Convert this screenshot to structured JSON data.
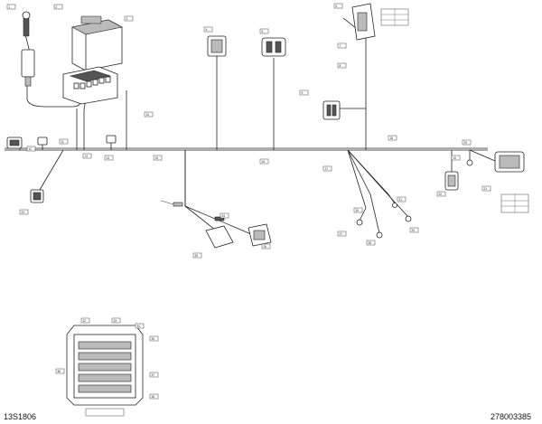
{
  "figure_codes": {
    "left": "13S1806",
    "right": "278003385"
  },
  "part_tags": [
    "1",
    "2",
    "3",
    "4",
    "5",
    "6",
    "7",
    "8",
    "9",
    "10",
    "11",
    "12",
    "13",
    "14",
    "15",
    "16",
    "17",
    "18",
    "19",
    "20",
    "21",
    "22",
    "23",
    "24",
    "25",
    "26",
    "27",
    "28",
    "29",
    "30",
    "31",
    "32",
    "33",
    "34",
    "35",
    "36",
    "37",
    "38"
  ],
  "table": {
    "rows": [
      [
        "",
        ""
      ],
      [
        "",
        ""
      ],
      [
        "",
        ""
      ]
    ]
  }
}
